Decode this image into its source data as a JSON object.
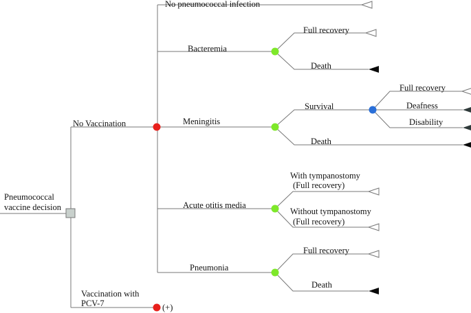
{
  "root": {
    "label_line1": "Pneumococcal",
    "label_line2": "vaccine decision"
  },
  "branches": {
    "no_vaccination": "No Vaccination",
    "vaccination_line1": "Vaccination with",
    "vaccination_line2": "PCV-7",
    "vaccination_subtree": "(+)"
  },
  "outcomes": {
    "none": "No pneumococcal infection",
    "bacteremia": "Bacteremia",
    "meningitis": "Meningitis",
    "aom": "Acute otitis media",
    "pneumonia": "Pneumonia"
  },
  "bacteremia": {
    "full": "Full recovery",
    "death": "Death"
  },
  "meningitis": {
    "survival": "Survival",
    "death": "Death",
    "survival_full": "Full recovery",
    "survival_deafness": "Deafness",
    "survival_disability": "Disability"
  },
  "aom": {
    "with_line1": "With tympanostomy",
    "with_line2": "(Full recovery)",
    "without_line1": "Without tympanostomy",
    "without_line2": "(Full recovery)"
  },
  "pneumonia": {
    "full": "Full recovery",
    "death": "Death"
  },
  "colors": {
    "decision": "#c8d0cc",
    "chance_main": "#e8201c",
    "chance_outcome": "#7ee82a",
    "chance_survival": "#2a6fd8",
    "terminal_death": "#0a0a0a",
    "terminal_dark": "#2f3a3a"
  }
}
